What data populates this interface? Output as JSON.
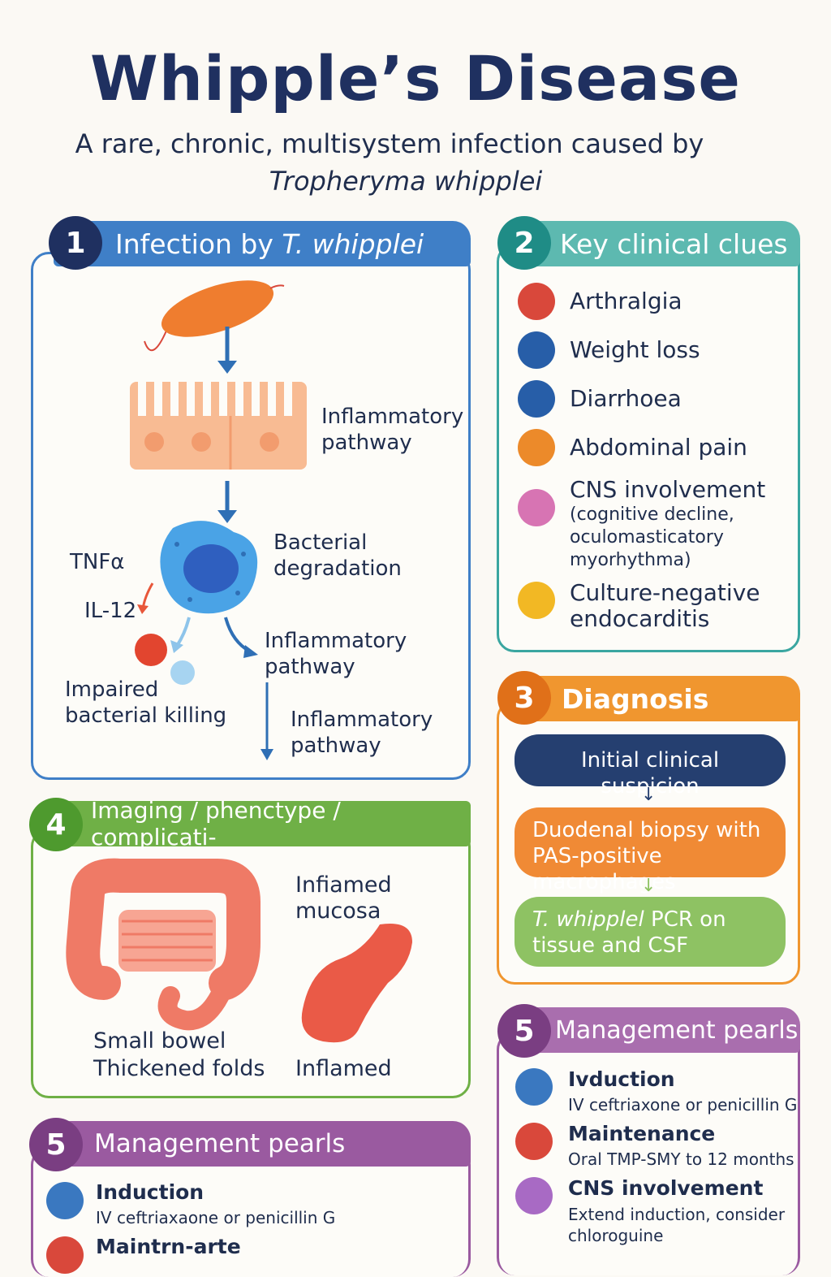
{
  "header": {
    "title": "Whipple’s Disease",
    "subtitle_line1": "A rare, chronic, multisystem infection caused by",
    "subtitle_line2": "Tropheryma whipplei"
  },
  "panel1": {
    "number": "1",
    "title_prefix": "Infection by ",
    "title_italic": "T. whipplei",
    "labels": {
      "inflammatory_1": "Inflammatory pathway",
      "bacterial_degradation": "Bacterial degradation",
      "tnfa": "TNFα",
      "il12": "IL-12",
      "inflammatory_2": "Inflammatory pathway",
      "impaired_killing": "Impaired bacterial killing",
      "inflammatory_3": "Inflammatory pathway"
    },
    "colors": {
      "accent": "#3f7fc7",
      "bacterium": "#ef7d2f",
      "epithelium": "#f8bb93",
      "macrophage": "#4aa3e6"
    }
  },
  "panel2": {
    "number": "2",
    "title": "Key clinical clues",
    "color": "#3aa6a0",
    "items": [
      {
        "label": "Arthralgia",
        "icon": "joint-icon",
        "color": "#d9483b"
      },
      {
        "label": "Weight loss",
        "icon": "scale-icon",
        "color": "#275ea8"
      },
      {
        "label": "Diarrhoea",
        "icon": "toilet-icon",
        "color": "#275ea8"
      },
      {
        "label": "Abdominal pain",
        "icon": "stomach-icon",
        "color": "#ec8a2a"
      },
      {
        "label": "CNS involvement",
        "detail": "(cognitive decline, oculomasticatory myorhythma)",
        "icon": "brain-icon",
        "color": "#d774b3"
      },
      {
        "label": "Culture-negative endocarditis",
        "icon": "heart-icon",
        "color": "#f2b824"
      }
    ]
  },
  "panel3": {
    "number": "3",
    "title": "Diagnosis",
    "color": "#f0962f",
    "steps": [
      {
        "text": "Initial clinical suspicion",
        "color": "#253f70"
      },
      {
        "text": "Duodenal biopsy with PAS-positive macrophages",
        "color": "#f08a35"
      },
      {
        "text_italic": "T. whipplel",
        "text_rest": " PCR on tissue and CSF",
        "color": "#8ec263"
      }
    ]
  },
  "panel4": {
    "number": "4",
    "title": "Imaging / phenctype / complicati-",
    "color": "#6fb046",
    "labels": {
      "inflamed_mucosa": "Infiamed mucosa",
      "small_bowel": "Small bowel",
      "thickened": "Thickened folds",
      "inflamed": "Inflamed"
    }
  },
  "panel5_left": {
    "number": "5",
    "title": "Management pearls",
    "color": "#9a5aa0",
    "items": [
      {
        "title": "Induction",
        "detail": "IV ceftriaxaone or penicillin G",
        "color": "#3a78c0"
      },
      {
        "title": "Maintrn-arte",
        "detail": "",
        "color": "#d9483b"
      }
    ]
  },
  "panel5_right": {
    "number": "5",
    "title": "Management pearls",
    "color": "#9a5aa0",
    "items": [
      {
        "title": "Ivduction",
        "detail": "IV ceftriaxone or penicillin G",
        "color": "#3a78c0",
        "icon": "vial-icon"
      },
      {
        "title": "Maintenance",
        "detail": "Oral TMP-SMY to 12 months",
        "color": "#d9483b",
        "icon": "pill-icon"
      },
      {
        "title": "CNS involvement",
        "detail": "Extend induction, consider chloroguine",
        "color": "#a86ac4",
        "icon": "brain-icon"
      }
    ]
  }
}
